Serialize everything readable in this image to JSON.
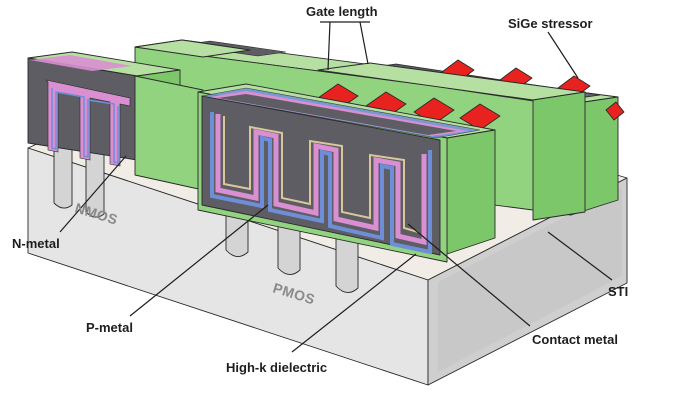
{
  "labels": {
    "gate_length": "Gate length",
    "sige_stressor": "SiGe stressor",
    "nmos": "NMOS",
    "pmos": "PMOS",
    "n_metal": "N-metal",
    "p_metal": "P-metal",
    "high_k": "High-k dielectric",
    "contact_metal": "Contact metal",
    "sti": "STI"
  },
  "colors": {
    "gate_top": "#b5e0a2",
    "gate_side": "#7dc76b",
    "gate_front": "#92d380",
    "contact_metal": "#5d5d63",
    "n_metal": "#d98fd2",
    "p_metal": "#6e8fd8",
    "high_k": "#d7c79b",
    "fin": "#d4d4d4",
    "substrate_top": "#f2ece6",
    "substrate_front": "#e4e4e4",
    "sige": "#e8231f"
  }
}
